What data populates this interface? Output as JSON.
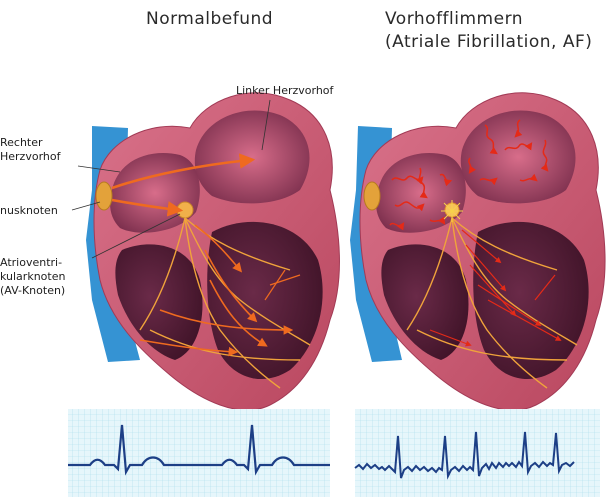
{
  "titles": {
    "normal": "Normalbefund",
    "af_line1": "Vorhofflimmern",
    "af_line2": "(Atriale Fibrillation, AF)"
  },
  "labels": {
    "left_atrium": "Linker Herzvorhof",
    "right_atrium_1": "Rechter",
    "right_atrium_2": "Herzvorhof",
    "sinus_node": "nusknoten",
    "av_node_1": "Atrioventri-",
    "av_node_2": "kularknoten",
    "av_node_3": "(AV-Knoten)"
  },
  "colors": {
    "vessel": "#2f8fcf",
    "heart_wall": "#c9586f",
    "chamber": "#7b3a55",
    "conduction": "#f2a33a",
    "impulse": "#e8301c",
    "ecg_grid": "#bfe6f2",
    "ecg_trace": "#1d3f86"
  }
}
